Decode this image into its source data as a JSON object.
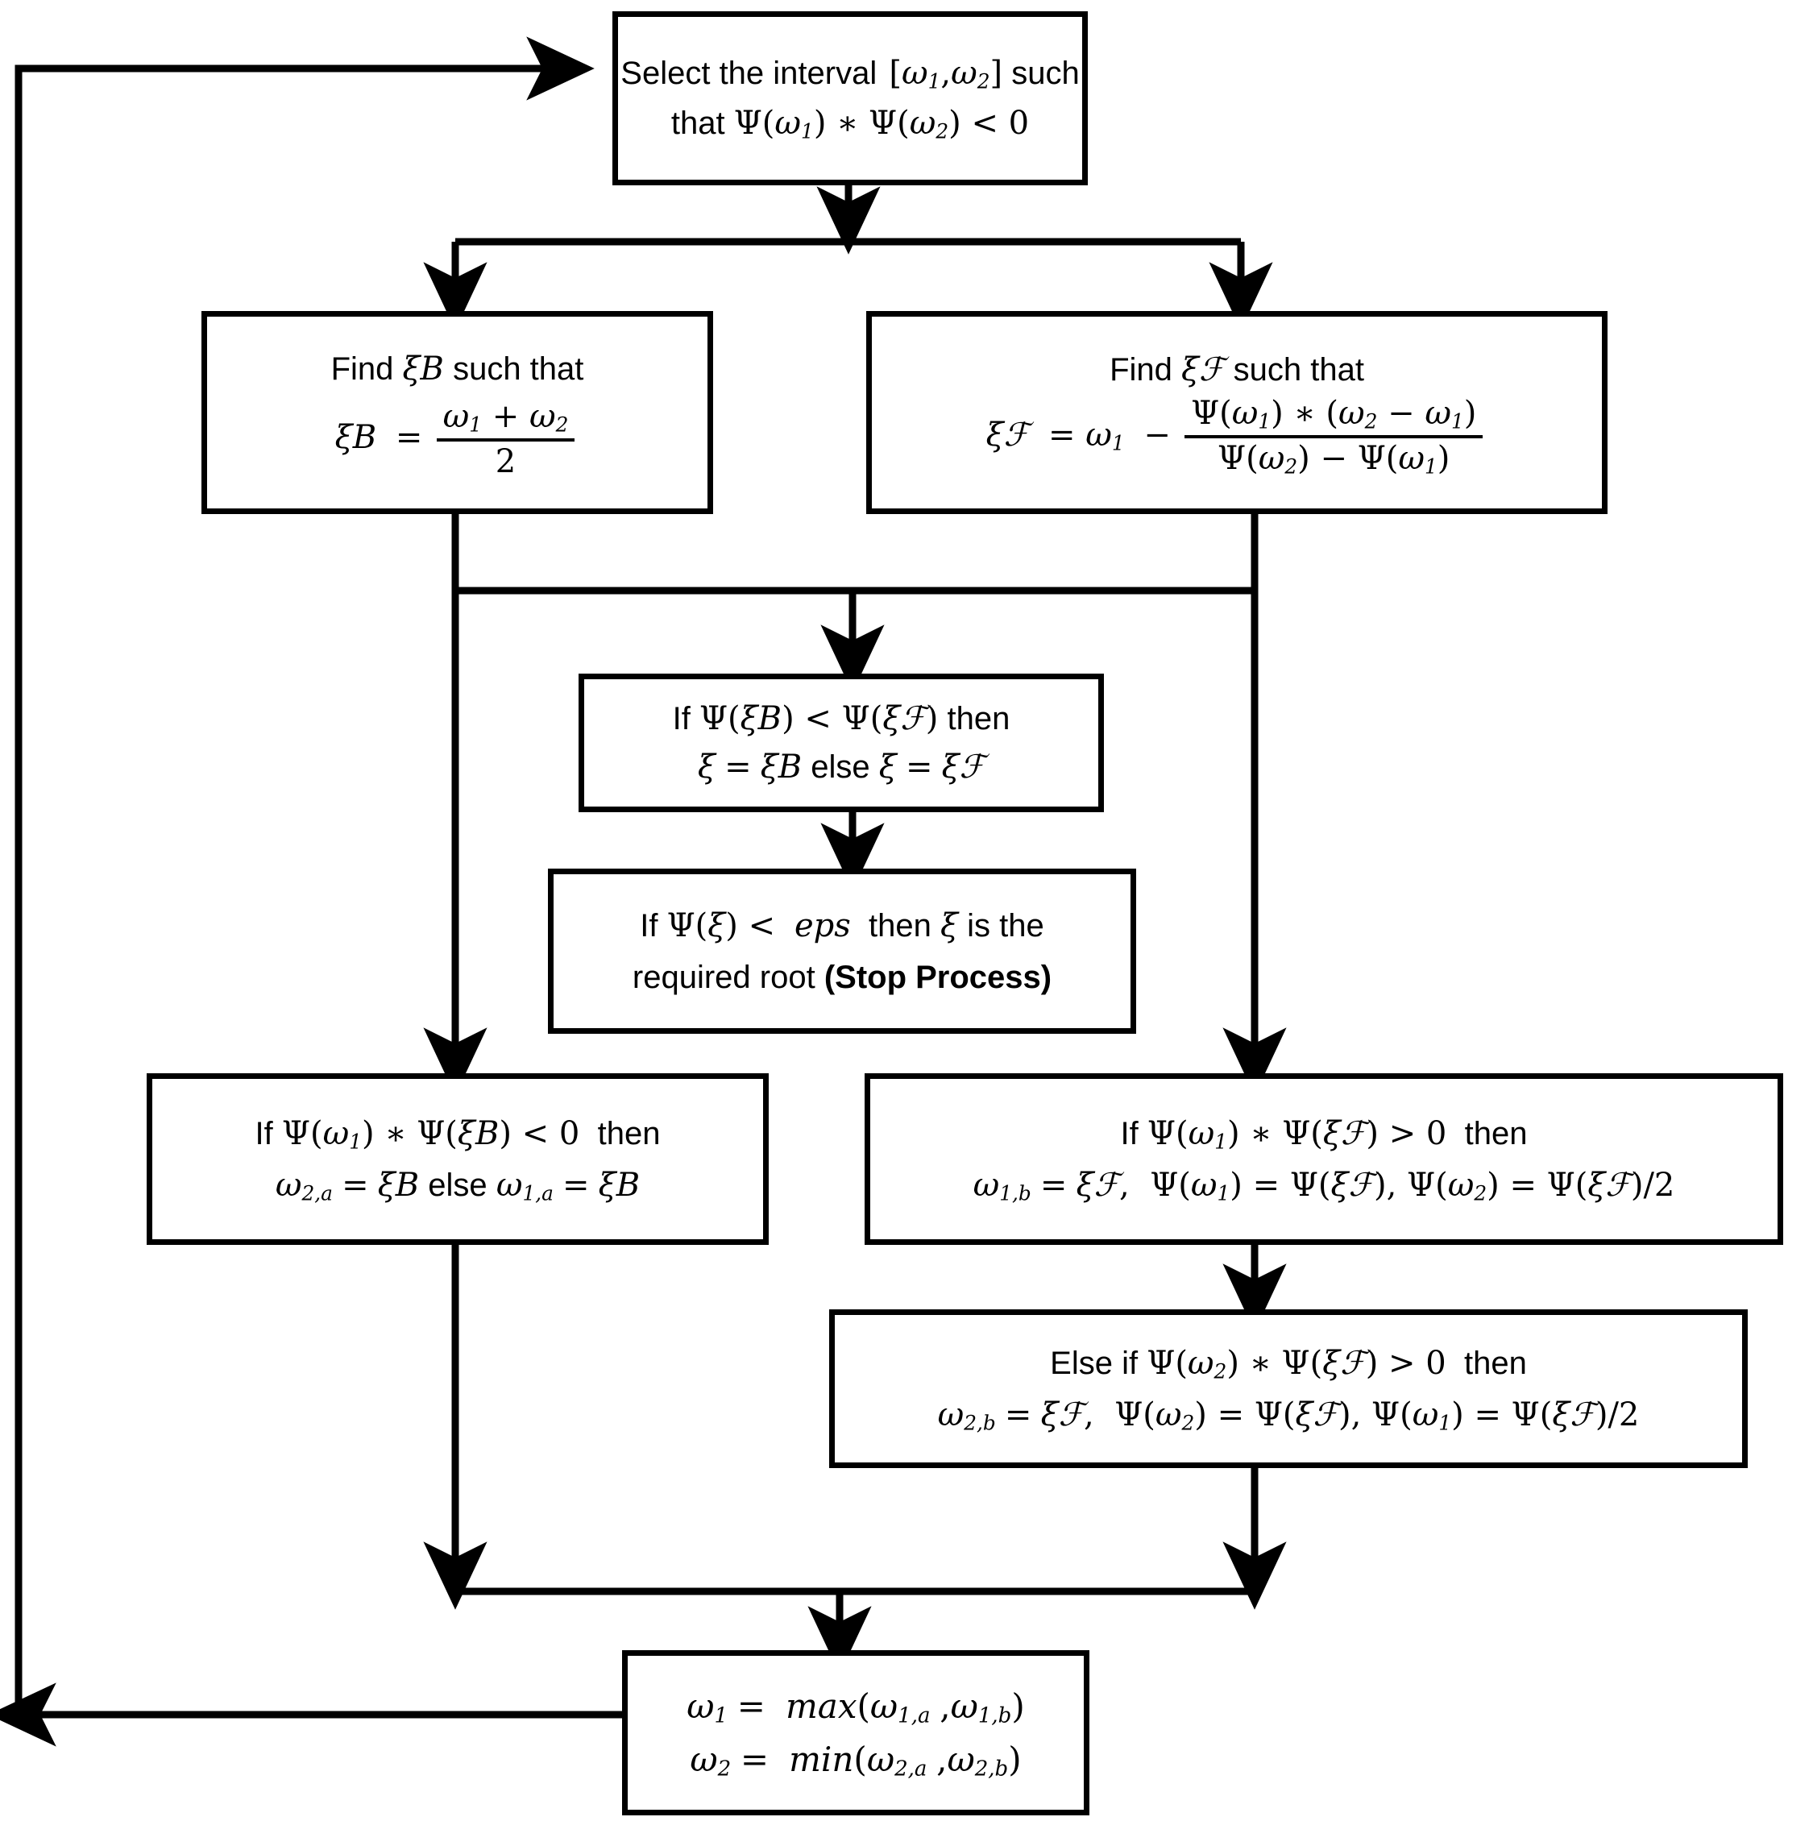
{
  "diagram": {
    "title": "Hybrid Bisection and False-Position (Regula Falsi) Root-Finding Flowchart",
    "type": "flowchart",
    "stroke_color": "#000000",
    "background_color": "#ffffff",
    "nodes": [
      {
        "id": "select-interval",
        "lines": [
          "Select the interval [ω₁,ω₂] such",
          "that Ψ(ω₁) ∗ Ψ(ω₂) < 0"
        ]
      },
      {
        "id": "find-xi-b",
        "lines": [
          "Find ξB such that",
          "ξB = (ω₁ + ω₂) / 2"
        ],
        "heading": "Find ξB such that",
        "formula_lhs": "ξB =",
        "formula_num": "ω₁ + ω₂",
        "formula_den": "2"
      },
      {
        "id": "find-xi-f",
        "lines": [
          "Find ξF such that",
          "ξF = ω₁ − [Ψ(ω₁) ∗ (ω₂ − ω₁)] / [Ψ(ω₂) − Ψ(ω₁)]"
        ],
        "heading": "Find ξF such that",
        "formula_lhs": "ξF = ω₁ −",
        "formula_num": "Ψ(ω₁) ∗ (ω₂ − ω₁)",
        "formula_den": "Ψ(ω₂) − Ψ(ω₁)"
      },
      {
        "id": "compare-psi",
        "lines": [
          "If Ψ(ξB) < Ψ(ξF) then",
          "ξ = ξB else ξ = ξF"
        ]
      },
      {
        "id": "stop-process",
        "lines": [
          "If Ψ(ξ) < eps  then ξ is the",
          "required root (Stop Process)"
        ],
        "bold_tail": "(Stop Process)",
        "italic_term": "eps"
      },
      {
        "id": "bisection-update",
        "lines": [
          "If Ψ(ω₁) ∗ Ψ(ξB) < 0  then",
          "ω₂,ₐ = ξB else ω₁,ₐ = ξB"
        ]
      },
      {
        "id": "falsi-update-if",
        "lines": [
          "If Ψ(ω₁) ∗ Ψ(ξF) > 0  then",
          "ω₁,ᵦ = ξF,  Ψ(ω₁) = Ψ(ξF), Ψ(ω₂) = Ψ(ξF)/2"
        ]
      },
      {
        "id": "falsi-update-elseif",
        "lines": [
          "Else if Ψ(ω₂) ∗ Ψ(ξF) > 0  then",
          "ω₂,ᵦ = ξF,  Ψ(ω₂) = Ψ(ξF), Ψ(ω₁) = Ψ(ξF)/2"
        ]
      },
      {
        "id": "merge-omegas",
        "lines": [
          "ω₁ = max(ω₁,ₐ ,ω₁,ᵦ)",
          "ω₂ = min(ω₂,ₐ ,ω₂,ᵦ)"
        ]
      }
    ],
    "edges": [
      {
        "from": "select-interval",
        "to": "fork-a",
        "kind": "arrow-down"
      },
      {
        "from": "fork-a",
        "to": "find-xi-b",
        "kind": "arrow-down"
      },
      {
        "from": "fork-a",
        "to": "find-xi-f",
        "kind": "arrow-down"
      },
      {
        "from": "find-xi-b",
        "to": "bisection-update",
        "kind": "arrow-down"
      },
      {
        "from": "find-xi-f",
        "to": "falsi-update-if",
        "kind": "arrow-down"
      },
      {
        "from": "fork-b",
        "to": "compare-psi",
        "kind": "arrow-down"
      },
      {
        "from": "compare-psi",
        "to": "stop-process",
        "kind": "arrow-down"
      },
      {
        "from": "falsi-update-if",
        "to": "falsi-update-elseif",
        "kind": "arrow-down"
      },
      {
        "from": "bisection-update",
        "to": "merge-bar",
        "kind": "arrow-down"
      },
      {
        "from": "falsi-update-elseif",
        "to": "merge-bar",
        "kind": "arrow-down"
      },
      {
        "from": "merge-bar",
        "to": "merge-omegas",
        "kind": "arrow-down"
      },
      {
        "from": "merge-omegas",
        "to": "select-interval",
        "kind": "feedback-loop-left"
      }
    ]
  }
}
